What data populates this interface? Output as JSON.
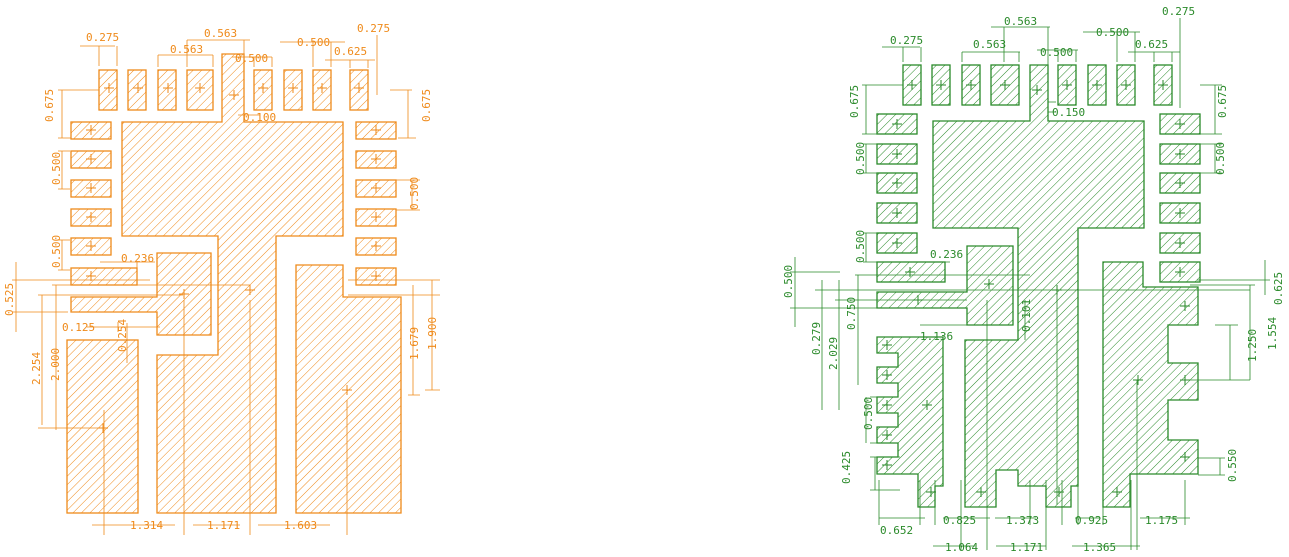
{
  "colors": {
    "left": "#ef8a1a",
    "right": "#2a8a2a",
    "background": "#ffffff"
  },
  "left": {
    "dims": {
      "top_pitch_a": "0.275",
      "top_pad_a": "0.563",
      "top_pitch_b": "0.563",
      "top_gap": "0.500",
      "top_pitch_c": "0.625",
      "top_pitch_d": "0.275",
      "neck": "0.100",
      "pad_len_l": "0.675",
      "pad_len_r": "0.675",
      "pitch_l": "0.500",
      "pitch_r": "0.500",
      "pitch_l2": "0.500",
      "gap_pad": "0.236",
      "tab": "0.525",
      "gap_small": "0.125",
      "tab2": "0.254",
      "ht_a": "2.254",
      "ht_b": "2.000",
      "ht_c": "1.679",
      "ht_d": "1.900",
      "w_a": "1.314",
      "w_b": "1.171",
      "w_c": "1.603"
    }
  },
  "right": {
    "dims": {
      "top_pitch_a": "0.275",
      "top_pad_a": "0.563",
      "top_pitch_b": "0.563",
      "top_gap": "0.500",
      "top_pitch_c": "0.625",
      "top_pitch_d": "0.275",
      "neck": "0.150",
      "pad_len_l": "0.675",
      "pad_len_r": "0.675",
      "pitch_l": "0.500",
      "pitch_r": "0.500",
      "pitch_l2": "0.500",
      "gap_pad": "0.236",
      "side_a": "0.500",
      "side_b": "0.279",
      "side_c": "0.750",
      "side_d": "2.029",
      "gap_c": "0.101",
      "gap_d": "1.136",
      "pitch_l3": "0.500",
      "pitch_l4": "0.425",
      "r_a": "0.625",
      "r_b": "1.250",
      "r_c": "1.554",
      "r_d": "0.550",
      "b_a": "0.652",
      "b_b": "0.825",
      "b_c": "1.373",
      "b_d": "0.925",
      "b_e": "1.175",
      "b_f": "1.064",
      "b_g": "1.171",
      "b_h": "1.365"
    }
  }
}
